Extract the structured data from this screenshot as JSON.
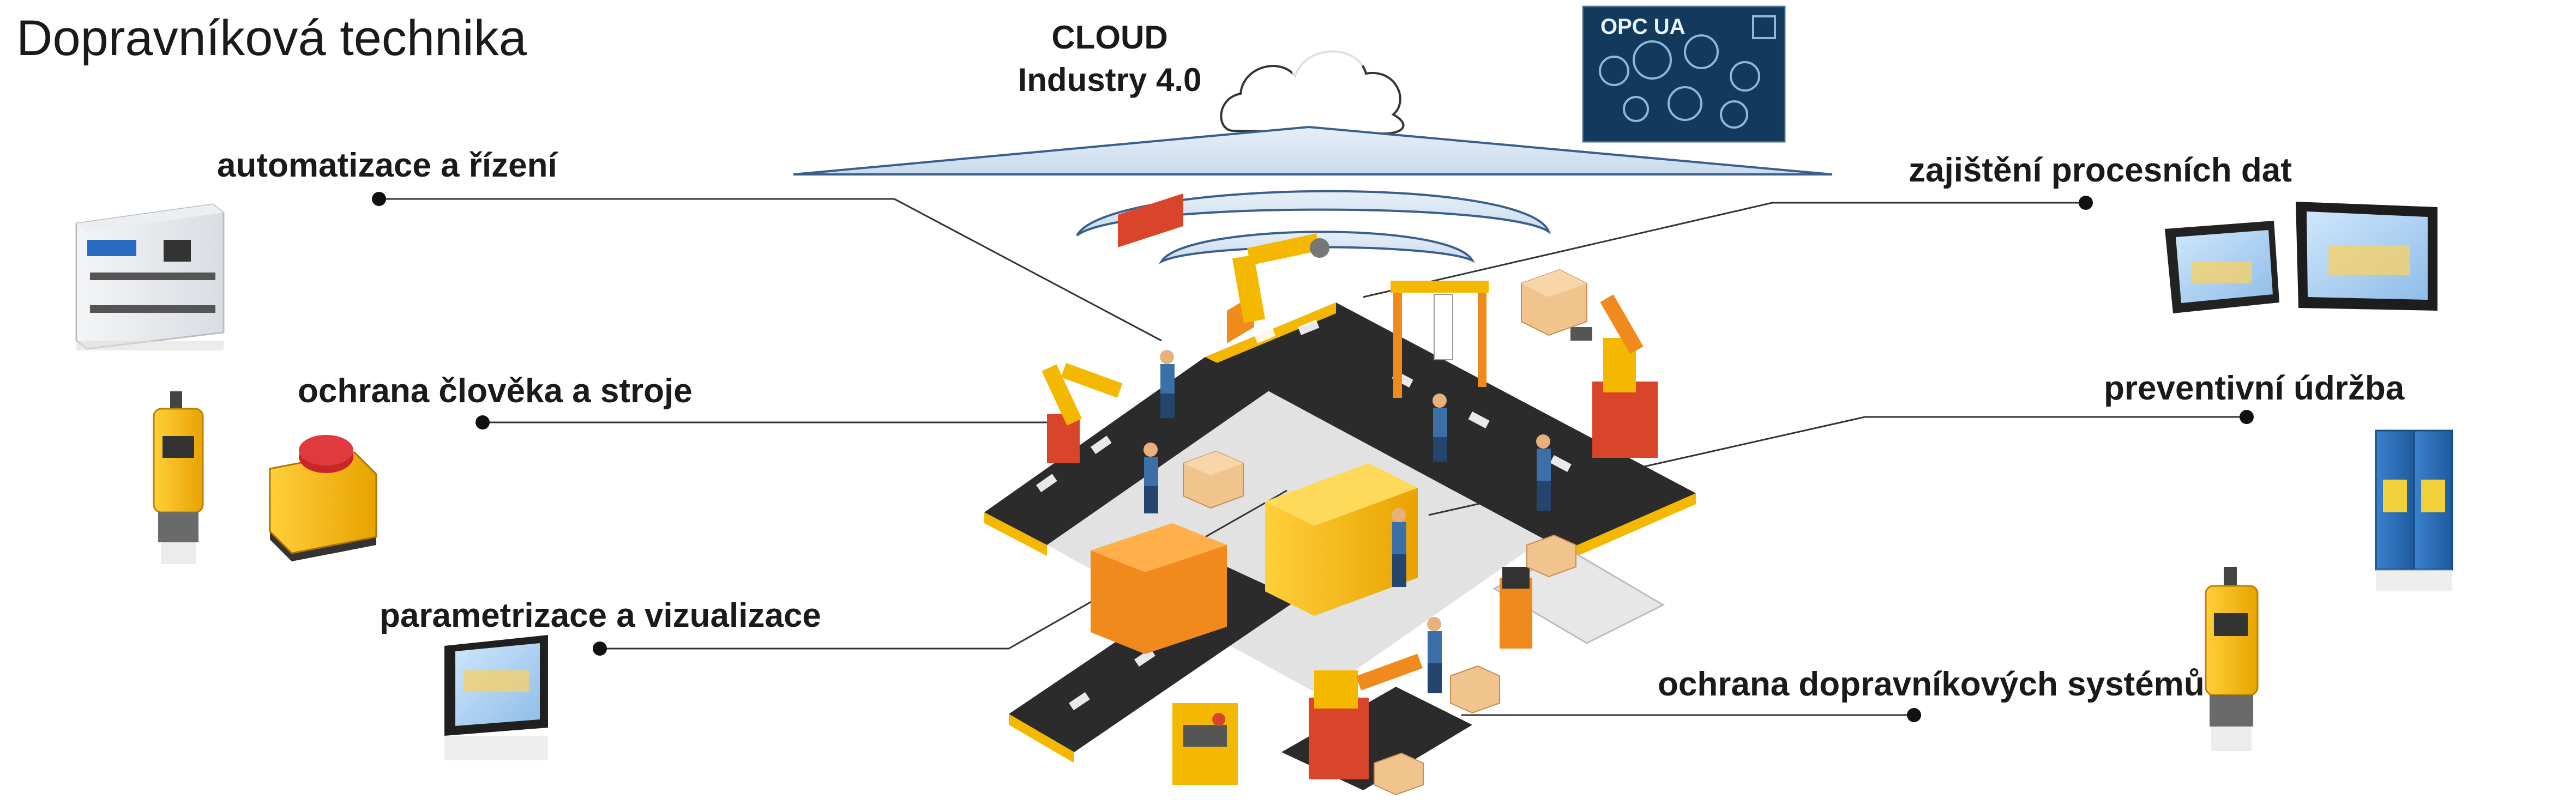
{
  "page": {
    "title": "Dopravníková technika"
  },
  "cloud": {
    "line1": "CLOUD",
    "line2": "Industry 4.0"
  },
  "opcua": {
    "label": "OPC UA"
  },
  "callouts": {
    "automation": "automatizace a řízení",
    "safety": "ochrana člověka a stroje",
    "parameterization": "parametrizace a vizualizace",
    "process_data": "zajištění procesních dat",
    "maintenance": "preventivní údržba",
    "conveyor_protection": "ochrana dopravníkových systémů"
  },
  "colors": {
    "machine_yellow": "#f5b800",
    "machine_orange": "#f08a1c",
    "machine_red": "#d9452b",
    "conveyor_dark": "#2b2b2b",
    "wave_blue": "#cfe0f0",
    "device_blue": "#2f6db5"
  },
  "icons": [
    "plc-controller-icon",
    "safety-switch-icon",
    "emergency-stop-icon",
    "hmi-panel-icon",
    "relay-module-icon",
    "cloud-icon",
    "robot-arm-icon",
    "worker-icon",
    "box-icon"
  ]
}
